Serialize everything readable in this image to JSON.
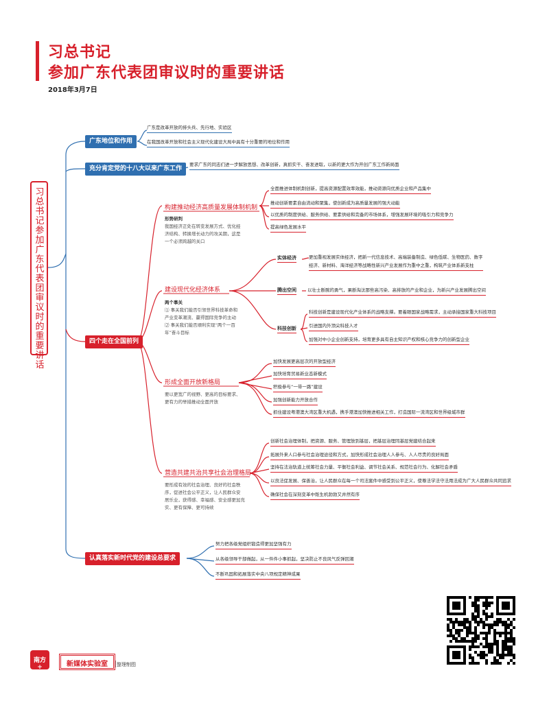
{
  "header": {
    "title_line1": "习总书记",
    "title_line2": "参加广东代表团审议时的重要讲话",
    "date": "2018年3月7日"
  },
  "root": {
    "label": "习总书记参加广东代表团审议时的重要讲话"
  },
  "branches": {
    "b1": {
      "label": "广东地位和作用",
      "leaves": [
        "广东是改革开放的排头兵、先行地、实验区",
        "在我国改革开放和社会主义现代化建设大局中具有十分重要的地位和作用"
      ]
    },
    "b2": {
      "label": "充分肯定党的十八大以来广东工作",
      "leaves": [
        "要求广东的同志们进一步解放思想、改革创新，真抓实干、奋发进取，以新的更大作为开创广东工作新局面"
      ]
    },
    "b3": {
      "label": "四个走在全国前列",
      "s1": {
        "label": "构建推动经济高质量发展体制机制",
        "note_title": "形势研判",
        "note_lines": [
          "我国经济正处在转变发展方式、优化经",
          "济结构、转换增长动力的攻关期，这是",
          "一个必须跨越的关口"
        ],
        "leaves": [
          "全面推进体制机制创新，提高资源配置效率效能，推动资源向优质企业和产品集中",
          "推动创新要素自由流动和聚集，使创新成为高质量发展的强大动能",
          "以优质的制度供给、服务供给、要素供给和完备的市场体系，增强发展环境的吸引力和竞争力",
          "提高绿色发展水平"
        ]
      },
      "s2": {
        "label": "建设现代化经济体系",
        "note_title": "两个事关",
        "note_lines": [
          "⑴  事关我们能否引领世界科技革命和",
          "产业变革潮流、赢得国际竞争的主动",
          "⑵  事关我们能否顺利实现“两个一百",
          "年”奋斗目标"
        ],
        "real": {
          "label": "实体经济",
          "lines": [
            "更加重视发展实体经济，把新一代信息技术、高端装备制造、绿色低碳、生物医药、数字",
            "经济、新材料、海洋经济等战略性新兴产业发展作为重中之重，构筑产业体系新支柱"
          ]
        },
        "space": {
          "label": "腾出空间",
          "text": "以壮士断腕的勇气，果断淘汰那些高污染、高排放的产业和企业，为新兴产业发展腾出空间"
        },
        "tech": {
          "label": "科技创新",
          "leaves": [
            "科技创新是建设现代化产业体系的战略支撑。要着眼国家战略需求，主动承接国家重大科技项目",
            "引进国内外顶尖科技人才",
            "加强对中小企业创新支持，培育更多具有自主知识产权和核心竞争力的创新型企业"
          ]
        }
      },
      "s3": {
        "label": "形成全面开放新格局",
        "note_lines": [
          "要以更宽广的视野、更高的目标要求、",
          "更有力的举措推动全面开放"
        ],
        "leaves": [
          "加快发展更高层次的开放型经济",
          "加快培育贸易新业态新模式",
          "积极参与“一带一路”建设",
          "加强创新能力开放合作",
          "抓住建设粤港澳大湾区重大机遇，携手港澳加快推进相关工作，打造国际一流湾区和世界级城市群"
        ]
      },
      "s4": {
        "label": "营造共建共治共享社会治理格局",
        "note_lines": [
          "要形成有效的社会治理、良好的社会秩",
          "序，促进社会公平正义，让人民群众安",
          "居乐业，获得感、幸福感、安全感更加充",
          "实、更有保障、更可持续"
        ],
        "leaves": [
          "创新社会治理体制，把资源、服务、管理放到基层，把基层治理同基层党建结合起来",
          "拓展外来人口参与社会治理途径和方式，加快形成社会治理人人参与、人人尽责的良好局面",
          "坚持在法治轨道上统筹社会力量、平衡社会利益、调节社会关系、规范社会行为、化解社会矛盾",
          "以良法促发展、保善治，让人民群众在每一个司法案件中感受到公平正义，使尊法学法守法用法成为广大人民群众共同追求",
          "确保社会在深刻变革中既生机勃勃又井然有序"
        ]
      }
    },
    "b4": {
      "label": "认真落实新时代党的建设总要求",
      "leaves": [
        "努力把各级党组织锻造得更加坚强有力",
        "从各级领导干部做起，从一件件小事抓起，坚决防止不良风气反弹回潮",
        "不断巩固和拓展落实中央八项规定精神成果"
      ]
    }
  },
  "footer": {
    "logo": "南方+",
    "lab": "新媒体实验室",
    "made_by": "整理制图"
  },
  "colors": {
    "accent_red": "#d7202b",
    "accent_blue": "#2f6fb0"
  }
}
